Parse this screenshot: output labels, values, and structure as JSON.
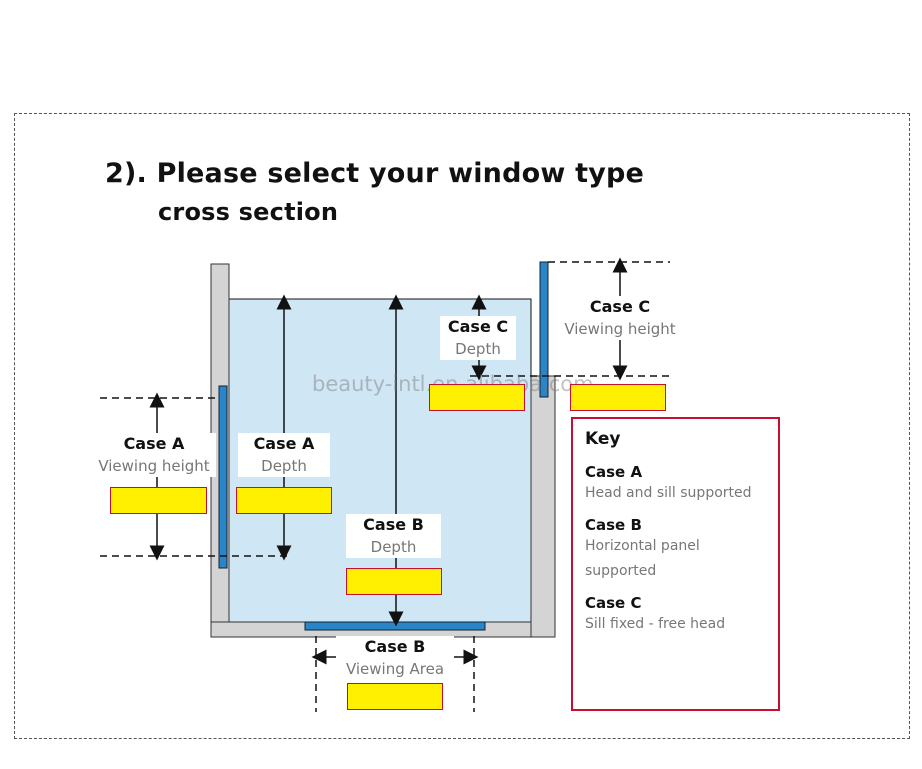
{
  "title": {
    "line1": "2). Please select your window type",
    "line2": "cross section"
  },
  "labels": {
    "case_a_viewing": {
      "heading": "Case A",
      "sub": "Viewing height"
    },
    "case_a_depth": {
      "heading": "Case A",
      "sub": "Depth"
    },
    "case_b_depth": {
      "heading": "Case B",
      "sub": "Depth"
    },
    "case_c_depth": {
      "heading": "Case C",
      "sub": "Depth"
    },
    "case_c_viewing": {
      "heading": "Case C",
      "sub": "Viewing height"
    },
    "case_b_viewing": {
      "heading": "Case B",
      "sub": "Viewing Area"
    }
  },
  "key": {
    "title": "Key",
    "items": [
      {
        "heading": "Case A",
        "desc": "Head and sill supported"
      },
      {
        "heading": "Case B",
        "desc": "Horizontal panel supported"
      },
      {
        "heading": "Case C",
        "desc": "Sill fixed - free head"
      }
    ]
  },
  "watermark": "beauty-intl.en.alibaba.com",
  "colors": {
    "water": "#cfe6f5",
    "frame": "#d4d4d4",
    "panel": "#2a84c8",
    "input_fill": "#ffef00",
    "input_border": "#c8102e"
  }
}
